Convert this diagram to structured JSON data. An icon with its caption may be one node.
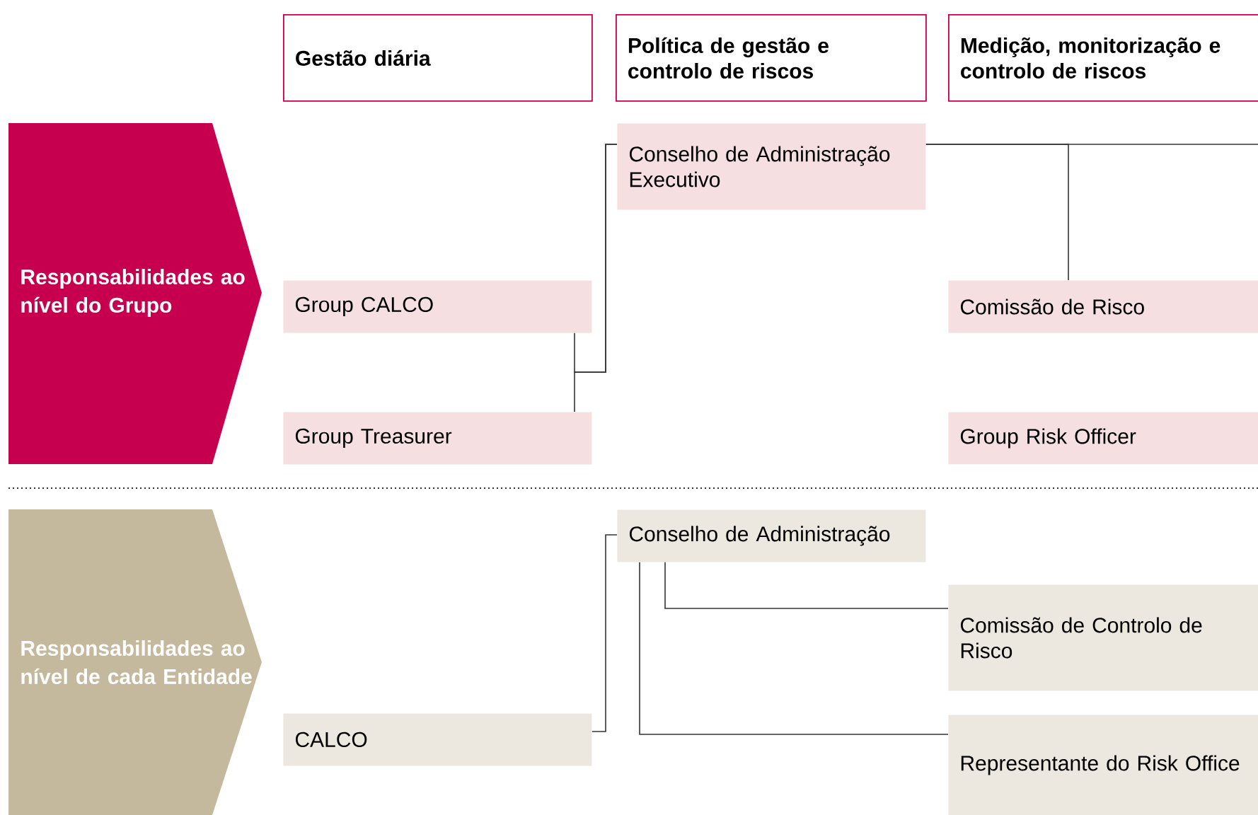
{
  "diagram": {
    "nodes": [
      {
        "text": [
          "Gestão diária"
        ]
      },
      {
        "text": [
          "Política de gestão e controlo de riscos"
        ]
      },
      {
        "text": [
          "Medição, monitorização e controlo de riscos"
        ]
      },
      {
        "text": [
          "Responsabilidades ao nível do Grupo"
        ]
      },
      {
        "text": [
          "Conselho de Administração Executivo"
        ]
      },
      {
        "text": [
          "Group CALCO"
        ]
      },
      {
        "text": [
          "Comissão de Risco"
        ]
      },
      {
        "text": [
          "Group Treasurer"
        ]
      },
      {
        "text": [
          "Group Risk Officer"
        ]
      },
      {
        "text": [
          "Responsabilidades ao nível de cada Entidade"
        ]
      },
      {
        "text": [
          "Conselho de Administração"
        ]
      },
      {
        "text": [
          "Comissão de Controlo de Risco"
        ]
      },
      {
        "text": [
          "CALCO"
        ]
      },
      {
        "text": [
          "Representante do Risk Office"
        ]
      }
    ],
    "edges": [
      {
        "from": 5,
        "to": 4,
        "arrow": "none"
      },
      {
        "from": 7,
        "to": 4,
        "arrow": "none"
      },
      {
        "from": 4,
        "to": 6,
        "arrow": "none"
      },
      {
        "from": 4,
        "to": null,
        "arrow": "none"
      },
      {
        "from": 12,
        "to": 10,
        "arrow": "none"
      },
      {
        "from": 10,
        "to": 11,
        "arrow": "none"
      },
      {
        "from": 10,
        "to": 13,
        "arrow": "none"
      }
    ]
  }
}
